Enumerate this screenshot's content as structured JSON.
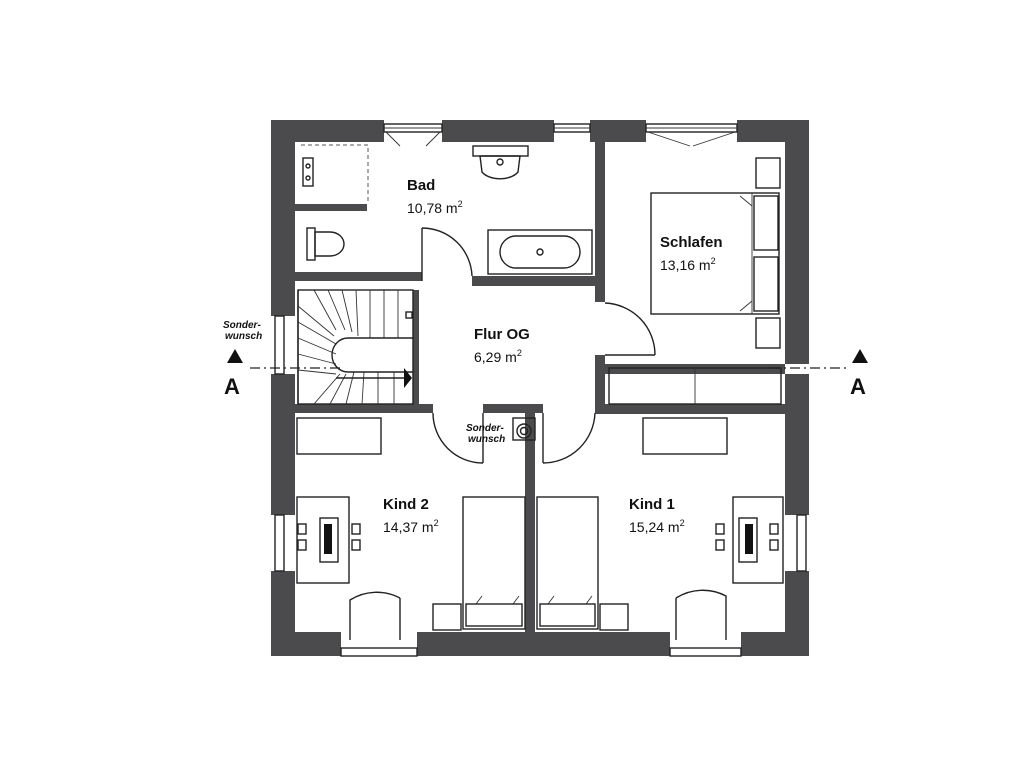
{
  "rooms": {
    "bad": {
      "name": "Bad",
      "area": "10,78 m",
      "unit_sup": "2"
    },
    "schlafen": {
      "name": "Schlafen",
      "area": "13,16 m",
      "unit_sup": "2"
    },
    "flur": {
      "name": "Flur OG",
      "area": "6,29 m",
      "unit_sup": "2"
    },
    "kind2": {
      "name": "Kind 2",
      "area": "14,37 m",
      "unit_sup": "2"
    },
    "kind1": {
      "name": "Kind 1",
      "area": "15,24 m",
      "unit_sup": "2"
    }
  },
  "notes": {
    "sonderwunsch_left": {
      "line1": "Sonder-",
      "line2": "wunsch"
    },
    "sonderwunsch_center": {
      "line1": "Sonder-",
      "line2": "wunsch"
    }
  },
  "section_marks": {
    "left": "A",
    "right": "A"
  },
  "colors": {
    "wall": "#4b4b4d",
    "line": "#222222",
    "background": "#ffffff"
  }
}
